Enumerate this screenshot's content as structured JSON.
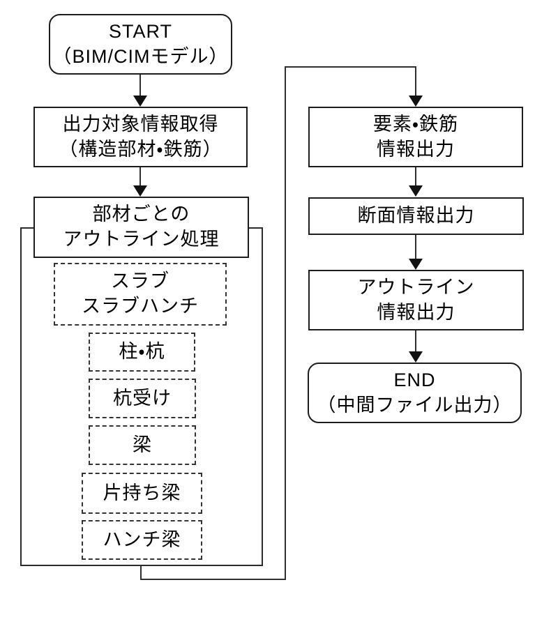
{
  "diagram": {
    "type": "flowchart",
    "language": "ja",
    "colors": {
      "line": "#1c1c1c",
      "background": "#ffffff",
      "text": "#000000"
    }
  },
  "nodes": {
    "start": {
      "label": "START\n（BIM/CIMモデル）",
      "shape": "terminator"
    },
    "acquire": {
      "label": "出力対象情報取得\n（構造部材・鉄筋）",
      "shape": "process"
    },
    "outline_process": {
      "label": "部材ごとの\nアウトライン処理",
      "shape": "process"
    },
    "members": [
      {
        "label": "スラブ\nスラブハンチ"
      },
      {
        "label": "柱・杭"
      },
      {
        "label": "杭受け"
      },
      {
        "label": "梁"
      },
      {
        "label": "片持ち梁"
      },
      {
        "label": "ハンチ梁"
      }
    ],
    "element_output": {
      "label": "要素・鉄筋\n情報出力",
      "shape": "process"
    },
    "section_output": {
      "label": "断面情報出力",
      "shape": "process"
    },
    "outline_output": {
      "label": "アウトライン\n情報出力",
      "shape": "process"
    },
    "end": {
      "label": "END\n（中間ファイル出力）",
      "shape": "terminator"
    }
  }
}
